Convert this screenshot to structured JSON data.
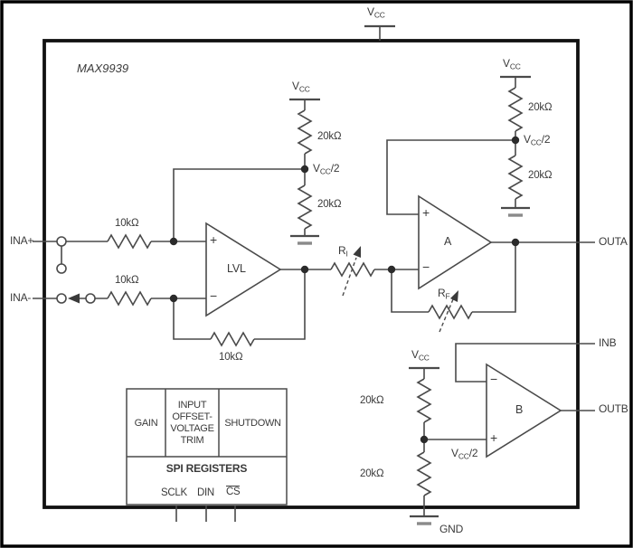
{
  "title": "MAX9939",
  "colors": {
    "background": "#ffffff",
    "wire": "#4a4a4a",
    "chip_border": "#111111",
    "text": "#3a3a3a"
  },
  "pins": {
    "ina_plus": "INA+",
    "ina_minus": "INA-",
    "outa": "OUTA",
    "inb": "INB",
    "outb": "OUTB",
    "gnd": "GND",
    "sclk": "SCLK",
    "din": "DIN",
    "cs": "CS"
  },
  "nets": {
    "vcc": {
      "base": "V",
      "sub": "CC"
    },
    "vcc_half": {
      "base": "V",
      "sub": "CC",
      "suffix": "/2"
    }
  },
  "components": {
    "r10k": "10kΩ",
    "r20k": "20kΩ",
    "ri": {
      "base": "R",
      "sub": "I"
    },
    "rf": {
      "base": "R",
      "sub": "F"
    },
    "opamp_lvl": "LVL",
    "opamp_a": "A",
    "opamp_b": "B",
    "plus": "+",
    "minus": "−"
  },
  "spi_block": {
    "gain": "GAIN",
    "input_offset_trim": [
      "INPUT",
      "OFFSET-",
      "VOLTAGE",
      "TRIM"
    ],
    "shutdown": "SHUTDOWN",
    "title": "SPI REGISTERS"
  }
}
